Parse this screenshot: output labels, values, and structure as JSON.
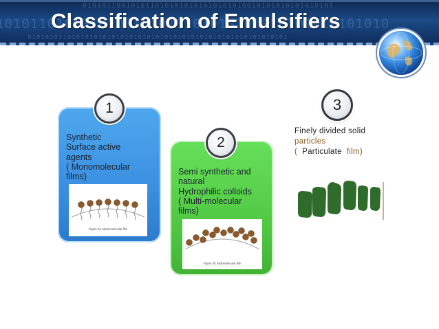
{
  "header": {
    "title": "Classification of Emulsifiers",
    "background_binary": [
      "0101011001010110101010101010101010010101010101010101",
      "1010110101010100101010101010101010101010101010",
      "01010101101010101010101010101010101010101010101010101010101"
    ],
    "colors": {
      "banner_dark": "#0d2650",
      "banner_mid": "#1b4a86",
      "title": "#ffffff"
    }
  },
  "cards": [
    {
      "number": "1",
      "color": "#3a8fe0",
      "lines": [
        "Synthetic",
        "Surface active",
        "agents",
        "( Monomolecular",
        "films)"
      ],
      "figure_caption": "Figure 2a: Monomolecular film"
    },
    {
      "number": "2",
      "color": "#52c944",
      "lines": [
        "Semi synthetic and",
        "natural",
        "Hydrophilic colloids",
        "( Multi-molecular",
        "films)"
      ],
      "figure_caption": "Figure 2b: Multimolecular film"
    }
  ],
  "item3": {
    "number": "3",
    "line1": "Finely divided solid",
    "line2": "particles",
    "line3_open": "(",
    "line3_word1": "Particulate",
    "line3_word2": "film)",
    "particle_color": "#2f6b2a"
  }
}
